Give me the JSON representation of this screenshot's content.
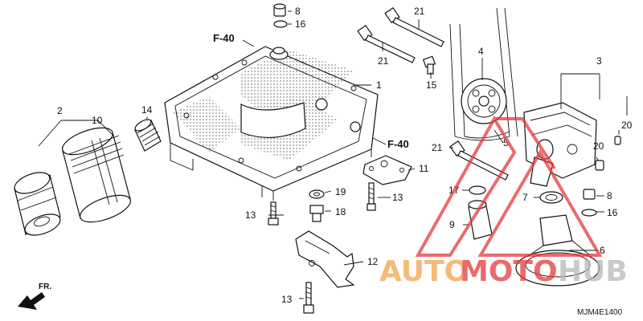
{
  "diagram_code": "MJM4E1400",
  "front_label": "FR.",
  "ref_labels": {
    "f40_top": "F-40",
    "f40_right": "F-40"
  },
  "callouts": {
    "c1": "1",
    "c2": "2",
    "c3": "3",
    "c4": "4",
    "c5": "5",
    "c6": "6",
    "c7": "7",
    "c8a": "8",
    "c8b": "8",
    "c9": "9",
    "c10": "10",
    "c11": "11",
    "c12": "12",
    "c13a": "13",
    "c13b": "13",
    "c13c": "13",
    "c14": "14",
    "c15": "15",
    "c16a": "16",
    "c16b": "16",
    "c17": "17",
    "c18": "18",
    "c19": "19",
    "c20a": "20",
    "c20b": "20",
    "c21a": "21",
    "c21b": "21",
    "c21c": "21"
  },
  "watermark": {
    "auto": "AUTO",
    "moto": "MOTO",
    "hub": "HUB"
  },
  "colors": {
    "line": "#111111",
    "watermark_red": "#e23b3b",
    "watermark_orange": "#f2a44a",
    "watermark_gray": "#b8b8b8"
  }
}
